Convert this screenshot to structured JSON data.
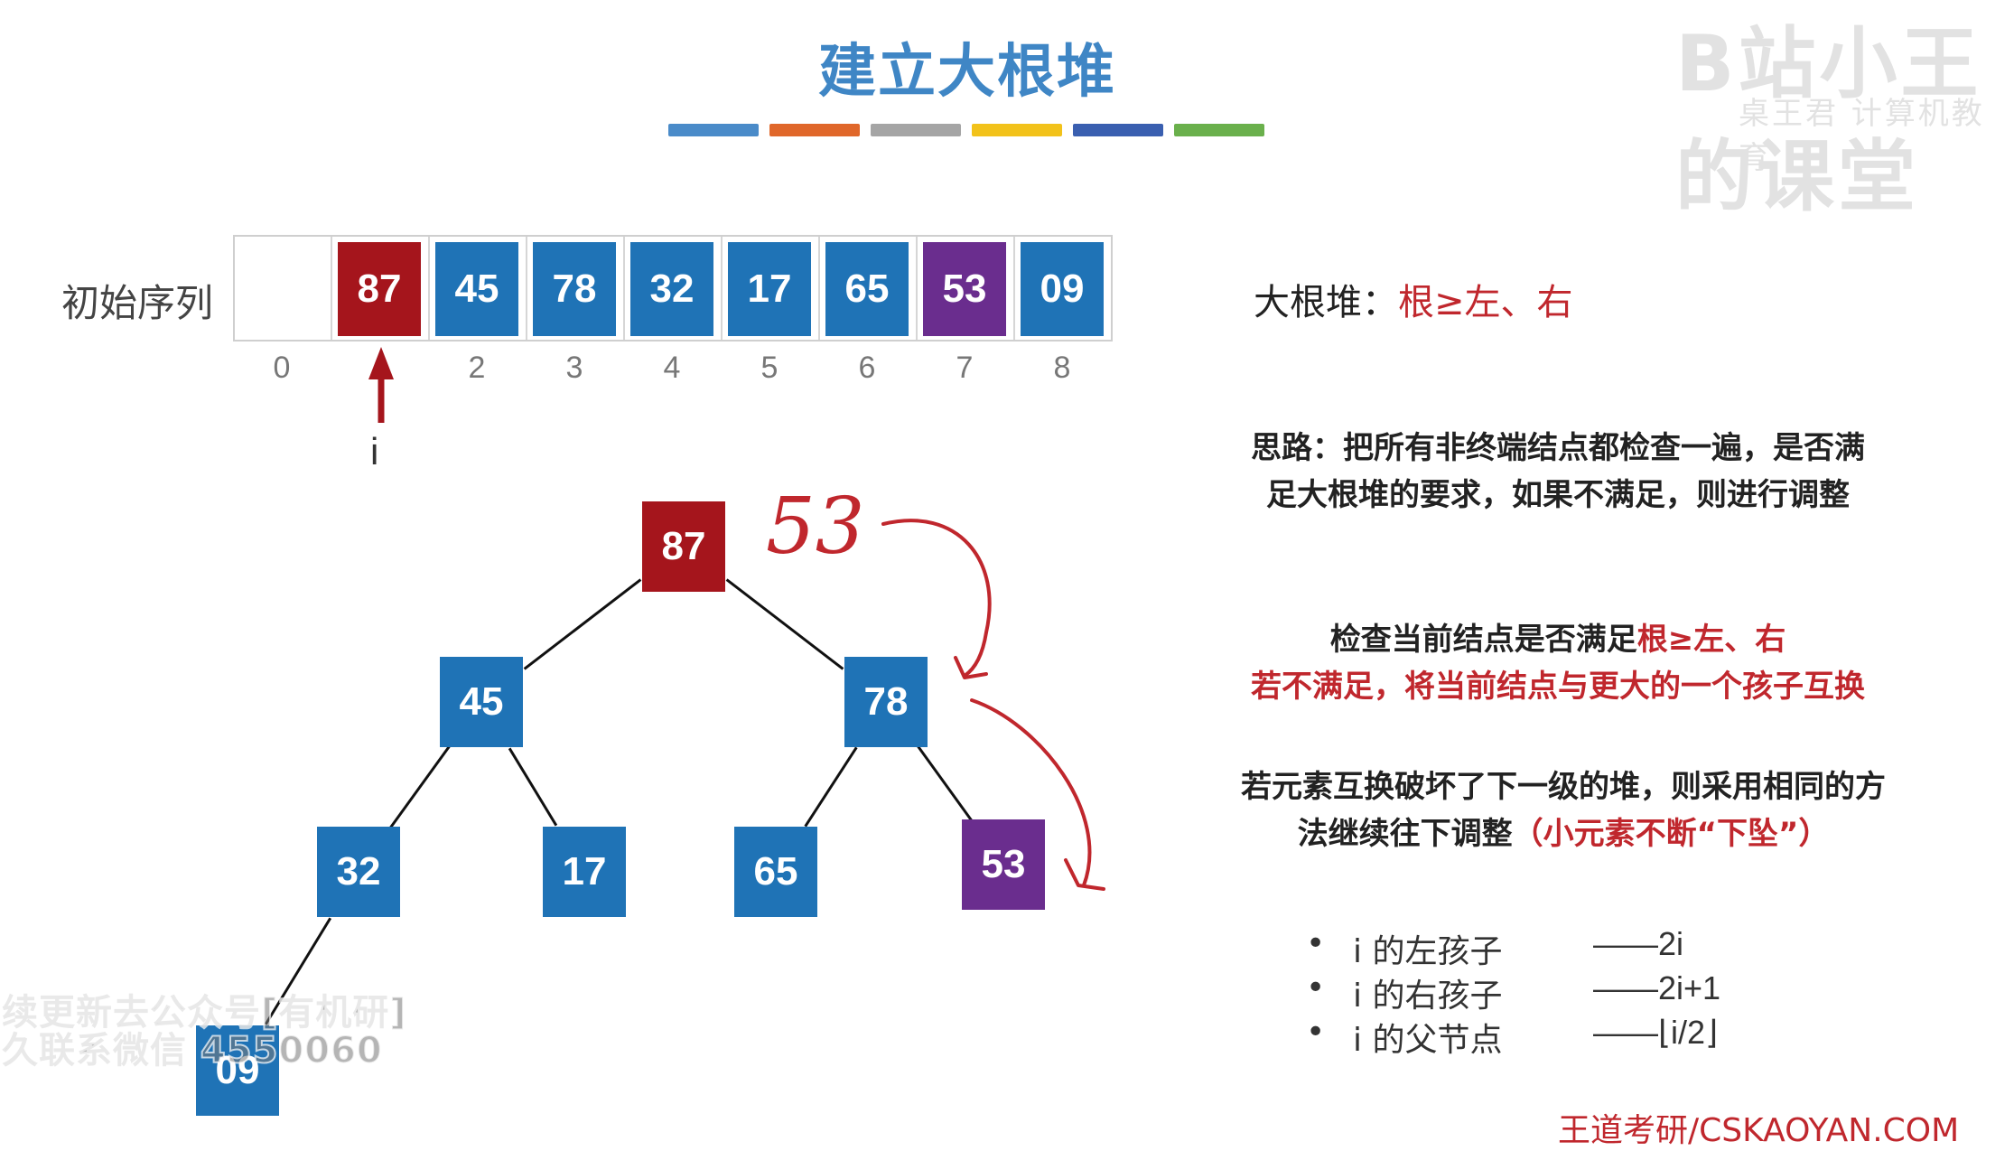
{
  "slide": {
    "title": "建立大根堆",
    "strip_colors": [
      "#4a8bc9",
      "#e0672a",
      "#a5a5a5",
      "#f2c21a",
      "#3a5fb0",
      "#6ab04c"
    ],
    "watermark_logo": "B站小王的课堂",
    "watermark_sub": "桌王君 计算机教育"
  },
  "array": {
    "label": "初始序列",
    "cells": [
      {
        "value": "",
        "color": "#ffffff"
      },
      {
        "value": "87",
        "color": "#a5151c"
      },
      {
        "value": "45",
        "color": "#1f73b6"
      },
      {
        "value": "78",
        "color": "#1f73b6"
      },
      {
        "value": "32",
        "color": "#1f73b6"
      },
      {
        "value": "17",
        "color": "#1f73b6"
      },
      {
        "value": "65",
        "color": "#1f73b6"
      },
      {
        "value": "53",
        "color": "#6a2d8e"
      },
      {
        "value": "09",
        "color": "#1f73b6"
      }
    ],
    "indices": [
      "0",
      "",
      "2",
      "3",
      "4",
      "5",
      "6",
      "7",
      "8"
    ],
    "pointer_label": "i",
    "pointer_color": "#a5151c"
  },
  "tree": {
    "nodes": [
      {
        "value": "87",
        "color": "#a5151c"
      },
      {
        "value": "45",
        "color": "#1f73b6"
      },
      {
        "value": "78",
        "color": "#1f73b6"
      },
      {
        "value": "32",
        "color": "#1f73b6"
      },
      {
        "value": "17",
        "color": "#1f73b6"
      },
      {
        "value": "65",
        "color": "#1f73b6"
      },
      {
        "value": "53",
        "color": "#6a2d8e"
      },
      {
        "value": "09",
        "color": "#1f73b6"
      }
    ],
    "annotation": "53",
    "annotation_color": "#c0272d"
  },
  "panel": {
    "heap_def_prefix": "大根堆：",
    "heap_def_rule": "根≥左、右",
    "idea_line1": "思路：把所有非终端结点都检查一遍，是否满",
    "idea_line2": "足大根堆的要求，如果不满足，则进行调整",
    "check_prefix": "检查当前结点是否满足",
    "check_rule": "根≥左、右",
    "swap_line": "若不满足，将当前结点与更大的一个孩子互换",
    "sink_line1": "若元素互换破坏了下一级的堆，则采用相同的方",
    "sink_line2_prefix": "法继续往下调整",
    "sink_line2_red": "（小元素不断“下坠”）",
    "bullets": [
      {
        "label": "i 的左孩子",
        "value": "——2i"
      },
      {
        "label": "i 的右孩子",
        "value": "——2i+1"
      },
      {
        "label": "i 的父节点",
        "value": "——⌊i/2⌋"
      }
    ]
  },
  "overlay": {
    "line1": "续更新去公众号[有机研]",
    "line2": "久联系微信 4550060",
    "footer": "王道考研/CSKAOYAN.COM"
  }
}
